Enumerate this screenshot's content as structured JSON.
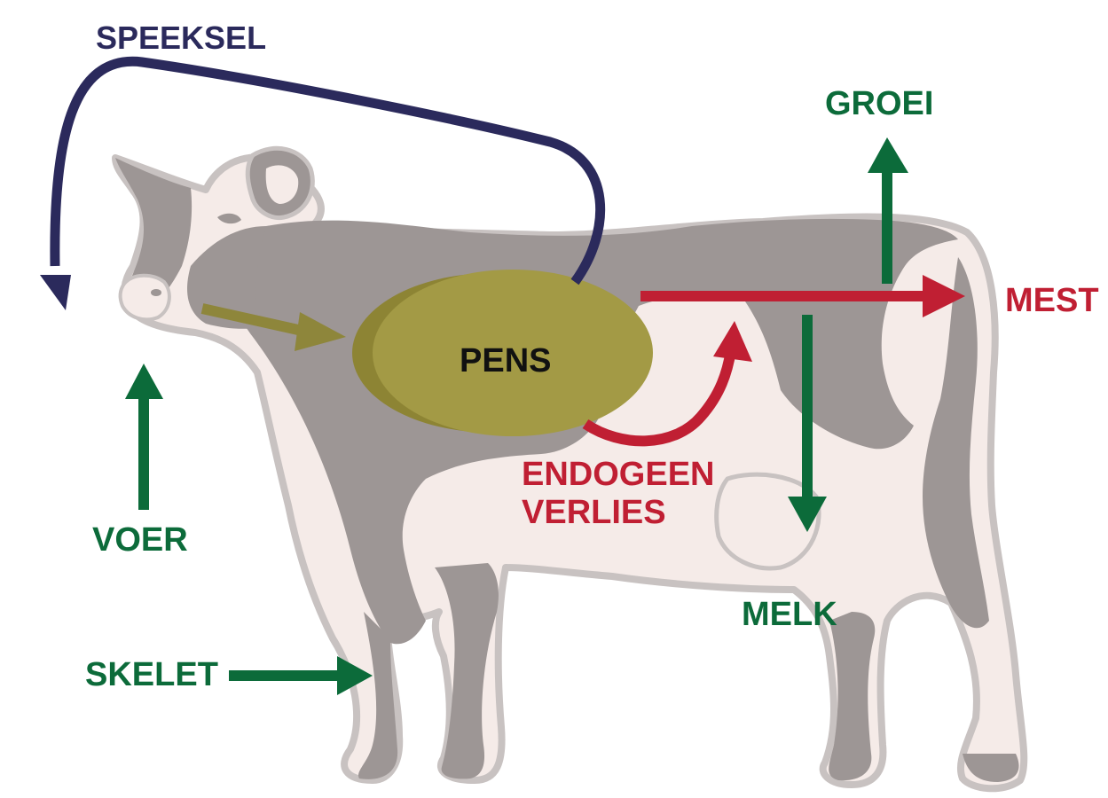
{
  "colors": {
    "cow_gray": "#9d9695",
    "cow_light": "#f5ebe8",
    "cow_outline": "#c8c2c1",
    "pens_fill": "#a39a45",
    "pens_shadow": "#8d8434",
    "speeksel": "#2b2a5c",
    "green": "#0c6b3a",
    "red": "#c01f33",
    "olive_arrow": "#8e863b",
    "text_dark": "#111111"
  },
  "labels": {
    "speeksel": "SPEEKSEL",
    "groei": "GROEI",
    "mest": "MEST",
    "pens": "PENS",
    "endogeen_line1": "ENDOGEEN",
    "endogeen_line2": "VERLIES",
    "voer": "VOER",
    "melk": "MELK",
    "skelet": "SKELET"
  },
  "icons": {
    "cow": "cow-silhouette-icon",
    "rumen": "rumen-ellipse-icon"
  }
}
